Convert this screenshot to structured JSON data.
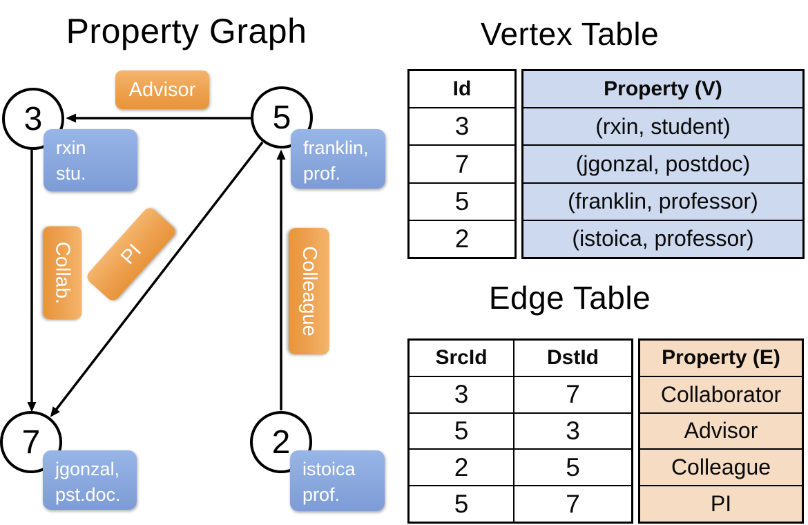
{
  "colors": {
    "edge_label_orange_top": "#f4b56c",
    "edge_label_orange_bottom": "#e8953a",
    "vertex_prop_blue_top": "#97b5e6",
    "vertex_prop_blue_bottom": "#7d9cd6",
    "vertex_table_property_bg": "#cdd9ee",
    "edge_table_property_bg": "#f5dcc2",
    "line_and_border": "#000000"
  },
  "graph": {
    "title": "Property Graph",
    "nodes": {
      "n3": {
        "id": "3",
        "prop_line1": "rxin",
        "prop_line2": "stu."
      },
      "n5": {
        "id": "5",
        "prop_line1": "franklin,",
        "prop_line2": "prof."
      },
      "n7": {
        "id": "7",
        "prop_line1": "jgonzal,",
        "prop_line2": "pst.doc."
      },
      "n2": {
        "id": "2",
        "prop_line1": "istoica",
        "prop_line2": "prof."
      }
    },
    "edge_labels": {
      "advisor": "Advisor",
      "collab": "Collab.",
      "pi": "PI",
      "colleague": "Colleague"
    }
  },
  "vertex_table": {
    "title": "Vertex Table",
    "headers": {
      "id": "Id",
      "property": "Property (V)"
    },
    "rows": [
      {
        "id": "3",
        "property": "(rxin, student)"
      },
      {
        "id": "7",
        "property": "(jgonzal, postdoc)"
      },
      {
        "id": "5",
        "property": "(franklin, professor)"
      },
      {
        "id": "2",
        "property": "(istoica, professor)"
      }
    ]
  },
  "edge_table": {
    "title": "Edge Table",
    "headers": {
      "src": "SrcId",
      "dst": "DstId",
      "property": "Property (E)"
    },
    "rows": [
      {
        "src": "3",
        "dst": "7",
        "property": "Collaborator"
      },
      {
        "src": "5",
        "dst": "3",
        "property": "Advisor"
      },
      {
        "src": "2",
        "dst": "5",
        "property": "Colleague"
      },
      {
        "src": "5",
        "dst": "7",
        "property": "PI"
      }
    ]
  }
}
